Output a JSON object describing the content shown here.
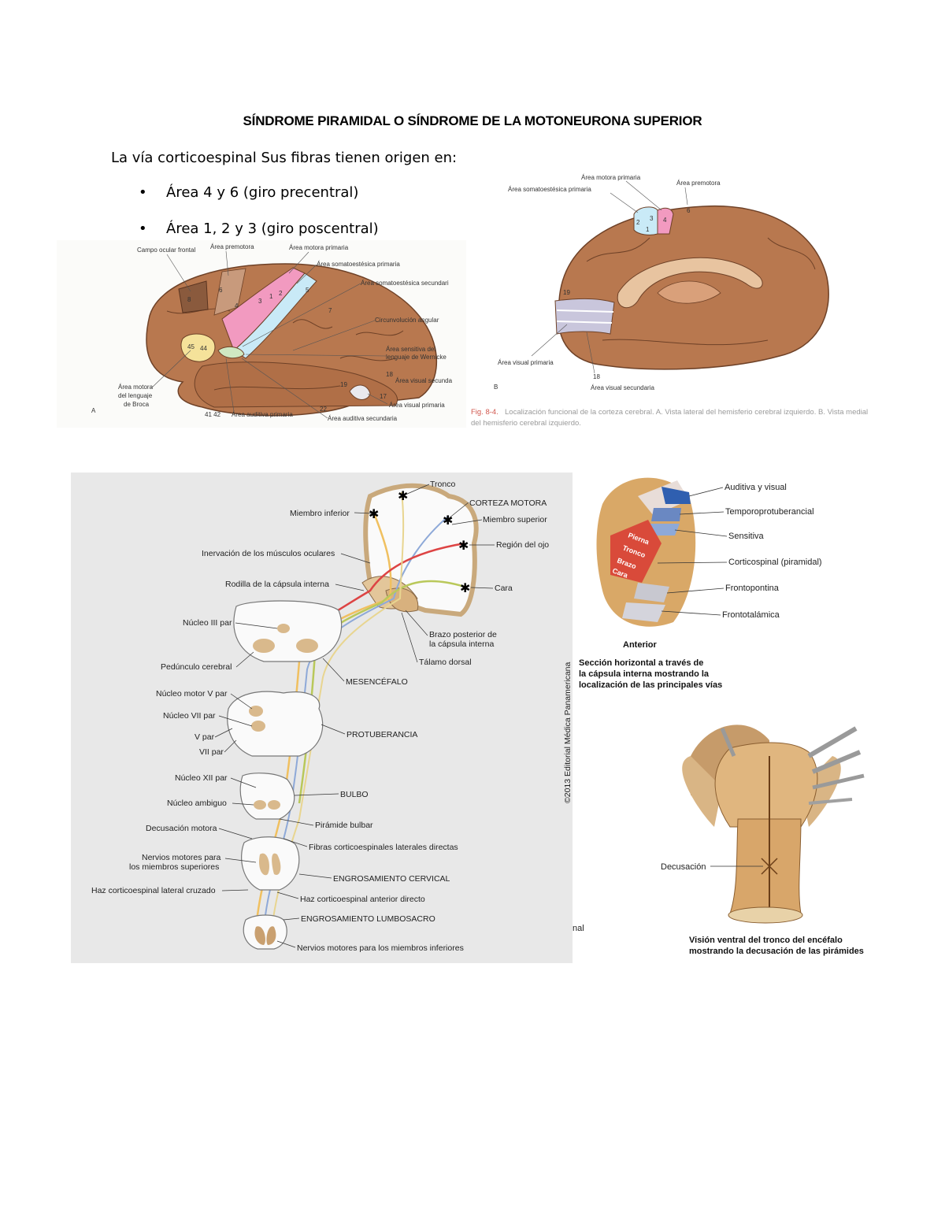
{
  "page": {
    "title": "SÍNDROME PIRAMIDAL O SÍNDROME DE LA MOTONEURONA SUPERIOR",
    "intro": "La vía corticoespinal Sus fibras tienen origen en:",
    "bullets": [
      "Área 4 y 6 (giro precentral)",
      "Área  1, 2 y 3 (giro poscentral)"
    ]
  },
  "fig_lateral": {
    "letter": "A",
    "labels": {
      "campo_ocular": "Campo ocular frontal",
      "premotora": "Área premotora",
      "motora": "Área motora primaria",
      "somato1": "Área somatoestésica primaria",
      "somato2": "Área somatoestésica secundari",
      "angular": "Circunvolución angular",
      "wernicke_1": "Área sensitiva del",
      "wernicke_2": "lenguaje de Wernicke",
      "visual_sec_num": "18",
      "visual_sec": "Área visual secunda",
      "visual_prim_num": "17",
      "visual_prim": "Área visual primaria",
      "broca_1": "Área motora",
      "broca_2": "del lenguaje",
      "broca_3": "de Broca",
      "auditiva_nums": "41  42",
      "auditiva": "Área auditiva primaria",
      "auditiva_sec_num": "22",
      "auditiva_sec": "Área auditiva secundaria"
    },
    "area_nums": [
      "8",
      "6",
      "4",
      "3",
      "1",
      "2",
      "5",
      "7",
      "45",
      "44",
      "19"
    ]
  },
  "fig_medial": {
    "letter": "B",
    "labels": {
      "motora": "Área motora primaria",
      "premotora": "Área premotora",
      "somato": "Área somatoestésica primaria",
      "visual_prim": "Área visual primaria",
      "visual_sec_num": "18",
      "visual_sec": "Área visual secundaria"
    },
    "area_nums": [
      "3",
      "2",
      "1",
      "4",
      "6",
      "19"
    ],
    "caption_prefix": "Fig. 8-4.",
    "caption_1": "Localización funcional de la corteza cerebral. A. Vista lateral del hemisferio cerebral izquierdo. B. Vista medial",
    "caption_2": "del hemisferio cerebral izquierdo."
  },
  "fig_pathway": {
    "labels": {
      "tronco": "Tronco",
      "corteza": "CORTEZA MOTORA",
      "miembro_inf": "Miembro inferior",
      "miembro_sup": "Miembro superior",
      "region_ojo": "Región del ojo",
      "ocular": "Inervación de los músculos oculares",
      "rodilla": "Rodilla de la cápsula interna",
      "cara": "Cara",
      "nucleo3": "Núcleo III par",
      "brazo_post_1": "Brazo posterior de",
      "brazo_post_2": "la cápsula interna",
      "talamo": "Tálamo dorsal",
      "pedunculo": "Pedúnculo cerebral",
      "mesencefalo": "MESENCÉFALO",
      "motor5": "Núcleo motor V par",
      "nucleo7": "Núcleo VII par",
      "v_par": "V par",
      "vii_par": "VII par",
      "protuberancia": "PROTUBERANCIA",
      "nucleo12": "Núcleo XII par",
      "ambiguo": "Núcleo ambiguo",
      "bulbo": "BULBO",
      "piramide": "Pirámide bulbar",
      "decusacion": "Decusación motora",
      "fibras": "Fibras corticoespinales laterales directas",
      "nervios_sup_1": "Nervios motores para",
      "nervios_sup_2": "los miembros superiores",
      "cervical": "ENGROSAMIENTO CERVICAL",
      "haz_lateral": "Haz corticoespinal lateral cruzado",
      "haz_anterior": "Haz corticoespinal anterior directo",
      "lumbosacro": "ENGROSAMIENTO LUMBOSACRO",
      "nervios_inf": "Nervios motores para los miembros inferiores",
      "copyright": "©2013 Editorial Médica Panamericana"
    }
  },
  "fig_capsule": {
    "labels": {
      "auditiva": "Auditiva y visual",
      "temporo": "Temporoprotuberancial",
      "sensitiva": "Sensitiva",
      "cortico": "Corticospinal (piramidal)",
      "frontopontina": "Frontopontina",
      "frontotalamica": "Frontotalámica",
      "anterior": "Anterior",
      "pierna": "Pierna",
      "tronco": "Tronco",
      "brazo": "Brazo",
      "cara": "Cara"
    },
    "caption": [
      "Sección horizontal a través de",
      "la cápsula interna mostrando la",
      "localización de las principales vías"
    ]
  },
  "fig_brainstem": {
    "decusacion": "Decusación",
    "stray": "nal",
    "caption": [
      "Visión ventral del tronco del encéfalo",
      "mostrando la decusación de las pirámides"
    ]
  }
}
